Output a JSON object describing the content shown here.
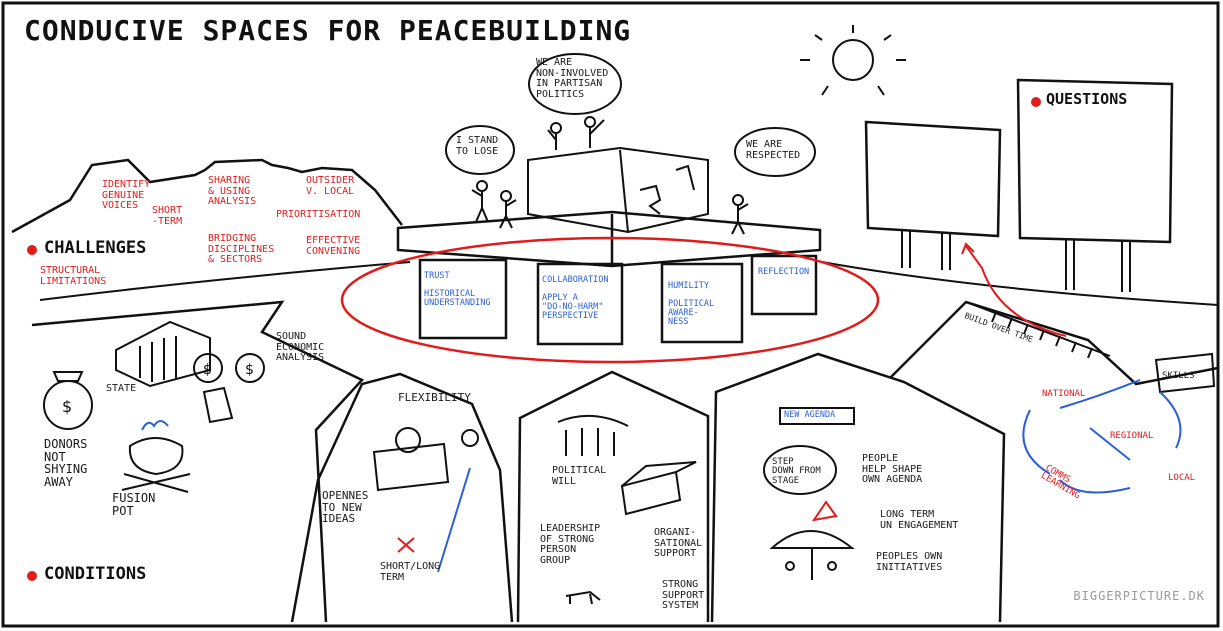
{
  "title": "CONDUCIVE SPACES FOR PEACEBUILDING",
  "sections": {
    "challenges": "CHALLENGES",
    "conditions": "CONDITIONS",
    "questions": "QUESTIONS"
  },
  "speech_bubbles": {
    "stand_to_lose": "I STAND\nTO LOSE",
    "non_involved": "WE ARE\nNON-INVOLVED\nIN PARTISAN\nPOLITICS",
    "respected": "WE ARE\nRESPECTED"
  },
  "challenges": {
    "structural": "STRUCTURAL\nLIMITATIONS",
    "identify_voices": "IDENTIFY\nGENUINE\nVOICES",
    "short_term": "SHORT\n-TERM",
    "sharing_analysis": "SHARING\n& USING\nANALYSIS",
    "outsider_local": "OUTSIDER\nV. LOCAL",
    "prioritisation": "PRIORITISATION",
    "bridging": "BRIDGING\nDISCIPLINES\n& SECTORS",
    "convening": "EFFECTIVE\nCONVENING"
  },
  "pillars": [
    "TRUST\n\nHISTORICAL\nUNDERSTANDING",
    "COLLABORATION\n\nAPPLY A\n\"DO-NO-HARM\"\nPERSPECTIVE",
    "HUMILITY\n\nPOLITICAL\nAWARE-\nNESS",
    "REFLECTION"
  ],
  "conditions": {
    "sound_economic": "SOUND\nECONOMIC\nANALYSIS",
    "state": "STATE",
    "donors": "DONORS\nNOT\nSHYING\nAWAY",
    "fusion_pot": "FUSION\nPOT",
    "flexibility": "FLEXIBILITY",
    "openness": "OPENNES\nTO NEW\nIDEAS",
    "short_long": "SHORT/LONG\nTERM",
    "political_will": "POLITICAL\nWILL",
    "leadership": "LEADERSHIP\nOF STRONG\nPERSON\nGROUP",
    "organisational": "ORGANI-\nSATIONAL\nSUPPORT",
    "strong_support": "STRONG\nSUPPORT\nSYSTEM",
    "new_agenda": "NEW AGENDA",
    "step_down": "STEP\nDOWN FROM\nSTAGE",
    "people_help": "PEOPLE\nHELP SHAPE\nOWN AGENDA",
    "long_term": "LONG TERM\nUN ENGAGEMENT",
    "peoples_own": "PEOPLES OWN\nINITIATIVES"
  },
  "right_side": {
    "build_over_time": "BUILD OVER TIME",
    "skills": "SKILLS",
    "national": "NATIONAL",
    "regional": "REGIONAL",
    "local": "LOCAL",
    "comms": "COMMS\nLEARNING"
  },
  "watermark": "BIGGERPICTURE.DK",
  "colors": {
    "ink": "#1a1a1a",
    "red": "#e11b1b",
    "blue": "#2b5fd9"
  }
}
